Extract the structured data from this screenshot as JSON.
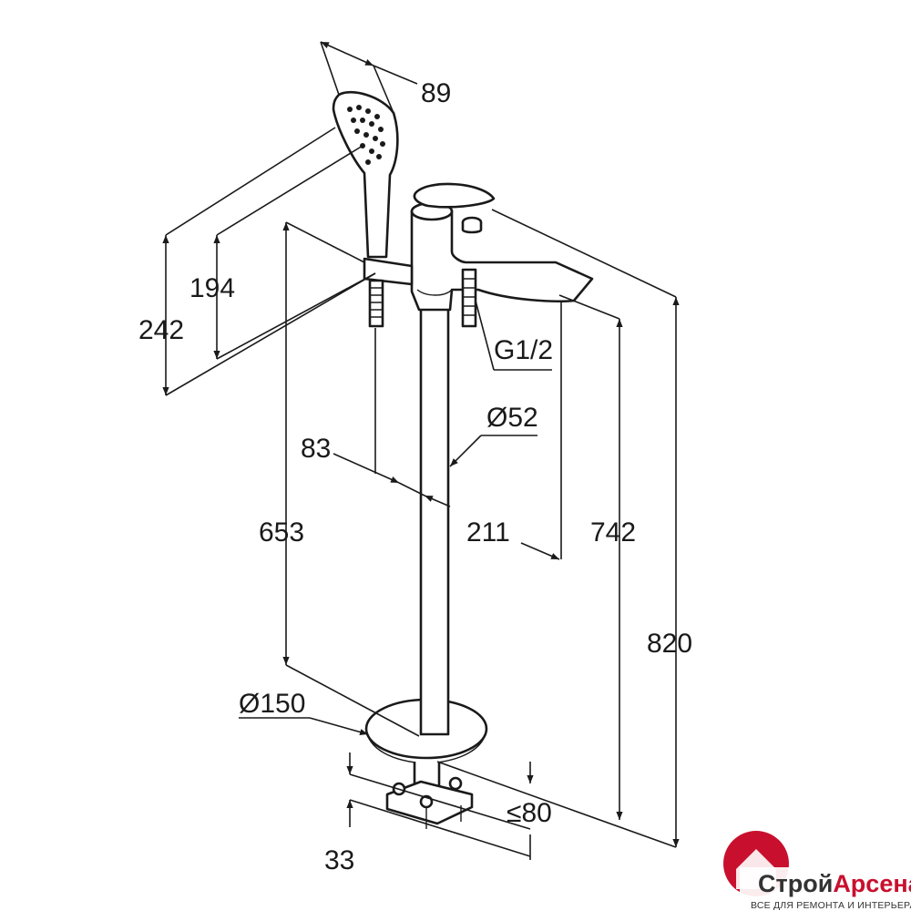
{
  "dimensions": {
    "handset_width": "89",
    "handset_len_a": "194",
    "handset_len_b": "242",
    "connection": "G1/2",
    "pipe_diameter": "Ø52",
    "offset_handset": "83",
    "spout_reach": "211",
    "holder_height": "653",
    "spout_height": "742",
    "total_height": "820",
    "base_diameter": "Ø150",
    "install_depth": "≤80",
    "base_thickness": "33"
  },
  "logo": {
    "brand_part1": "Строй",
    "brand_part2": "Арсенал",
    "tagline": "ВСЕ ДЛЯ РЕМОНТА И ИНТЕРЬЕРА",
    "colors": {
      "red": "#c8102e",
      "dark": "#333333"
    }
  }
}
